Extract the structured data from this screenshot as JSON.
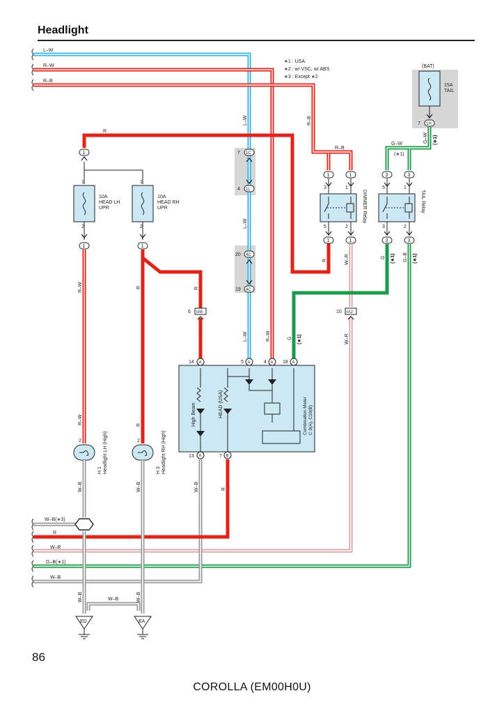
{
  "page": {
    "title": "Headlight",
    "page_number": "86",
    "footer": "COROLLA (EM00H0U)"
  },
  "notes": {
    "note1": "∗1 : USA",
    "note2": "∗2 : w/ VSC,  w/ ABS",
    "note3": "∗3 : Except ∗2"
  },
  "colors": {
    "red": "#e2231a",
    "blue": "#35b4e6",
    "green": "#1c9a4b",
    "gray": "#d6d6d6",
    "meter_fill": "#cce8f4"
  },
  "bus_wires": {
    "lw": "L–W",
    "rw": "R–W",
    "rb": "R–B"
  },
  "wire_labels": {
    "r_top": "R",
    "rb_vert": "R–B",
    "rb_relay": "R–B",
    "lw_1": "L–W",
    "lw_2": "L–W",
    "lw_3": "L–W",
    "rw_mid": "R–W",
    "r_dim_out": "R",
    "wr_dim_out": "W–R",
    "wr_low": "W–R",
    "g_tail": "G",
    "g_low": "G",
    "plus1_tail": "(∗1)",
    "plus1_low": "(∗1)",
    "gb_tail": "G–B",
    "plus1_gb": "(∗1)",
    "gw_top": "G–W",
    "gw_right": "G–W",
    "plus1_gw": "(∗1)",
    "plus1_gw2": "(∗1)",
    "rw_lh": "R–W",
    "rw_lh2": "R–W",
    "r_rh": "R",
    "r_rh2": "R",
    "r_ia6": "R",
    "wb_lh": "W–B",
    "wb_rh": "W–B",
    "wb_13": "W–B",
    "r_7": "R",
    "wb_lh_low": "W–B",
    "wb_rh_low": "W–B",
    "wb_ground": "W–B"
  },
  "bottom_bus": {
    "wb3": "W–B(∗3)",
    "r": "R",
    "wr": "W–R",
    "gb1": "G–B(∗1)",
    "wb": "W–B"
  },
  "connectors": {
    "c1_top": "1",
    "c1_lh": "1",
    "c1_rh": "1",
    "c7_1c": "7",
    "c_1c": "1C",
    "c4_1l": "4",
    "c_1l": "1L",
    "c20_4c": "20",
    "c_4c_a": "4C",
    "c19_4c": "19",
    "c_4c_b": "4C",
    "c6": "6",
    "c_ia6": "IA6",
    "c10": "10",
    "c_ia2": "IA2",
    "c7_1h": "7",
    "c_1h": "1H",
    "dim_in1": "1",
    "dim_in2": "1",
    "dim_out1": "1",
    "dim_out2": "1",
    "tail_in1": "3",
    "tail_in2": "3",
    "tail_out1": "3",
    "tail_out2": "3",
    "a14": "14",
    "a5": "5",
    "a4": "4",
    "a18": "18",
    "a13": "13",
    "b7": "7",
    "pin_A1": "A",
    "pin_A2": "A",
    "pin_A3": "A",
    "pin_A4": "A",
    "pin_A5": "A",
    "pin_B": "B",
    "lh_pin2": "2",
    "rh_pin2": "2",
    "ground_ed": "ED",
    "ground_ea": "EA"
  },
  "components": {
    "fuse_lh": "10A\nHEAD LH\nUPR",
    "fuse_lh_l1": "10A",
    "fuse_lh_l2": "HEAD LH",
    "fuse_lh_l3": "UPR",
    "fuse_rh_l1": "10A",
    "fuse_rh_l2": "HEAD RH",
    "fuse_rh_l3": "UPR",
    "fuse_tail_l1": "15A",
    "fuse_tail_l2": "TAIL",
    "bat": "(BAT)",
    "dimmer_relay": "DIMMER Relay",
    "tail_relay": "TAIL Relay",
    "meter_line1": "C 9(A), C10(B)",
    "meter_line2": "Combination Meter",
    "high_beam": "High Beam",
    "head_usa": "HEAD (USA)",
    "headlight_lh": "H 1\nHeadlight LH (High)",
    "headlight_lh_1": "H 1",
    "headlight_lh_2": "Headlight LH (High)",
    "headlight_rh_1": "H 3",
    "headlight_rh_2": "Headlight RH (High)",
    "fuse_pin1_lh": "1",
    "fuse_pin2_lh": "2",
    "fuse_pin1_rh": "1",
    "fuse_pin2_rh": "2",
    "dim_p3": "3",
    "dim_p1": "1",
    "dim_p5": "5",
    "dim_p2": "2",
    "tail_p5": "5",
    "tail_p1": "1",
    "tail_p3": "3",
    "tail_p2": "2"
  }
}
